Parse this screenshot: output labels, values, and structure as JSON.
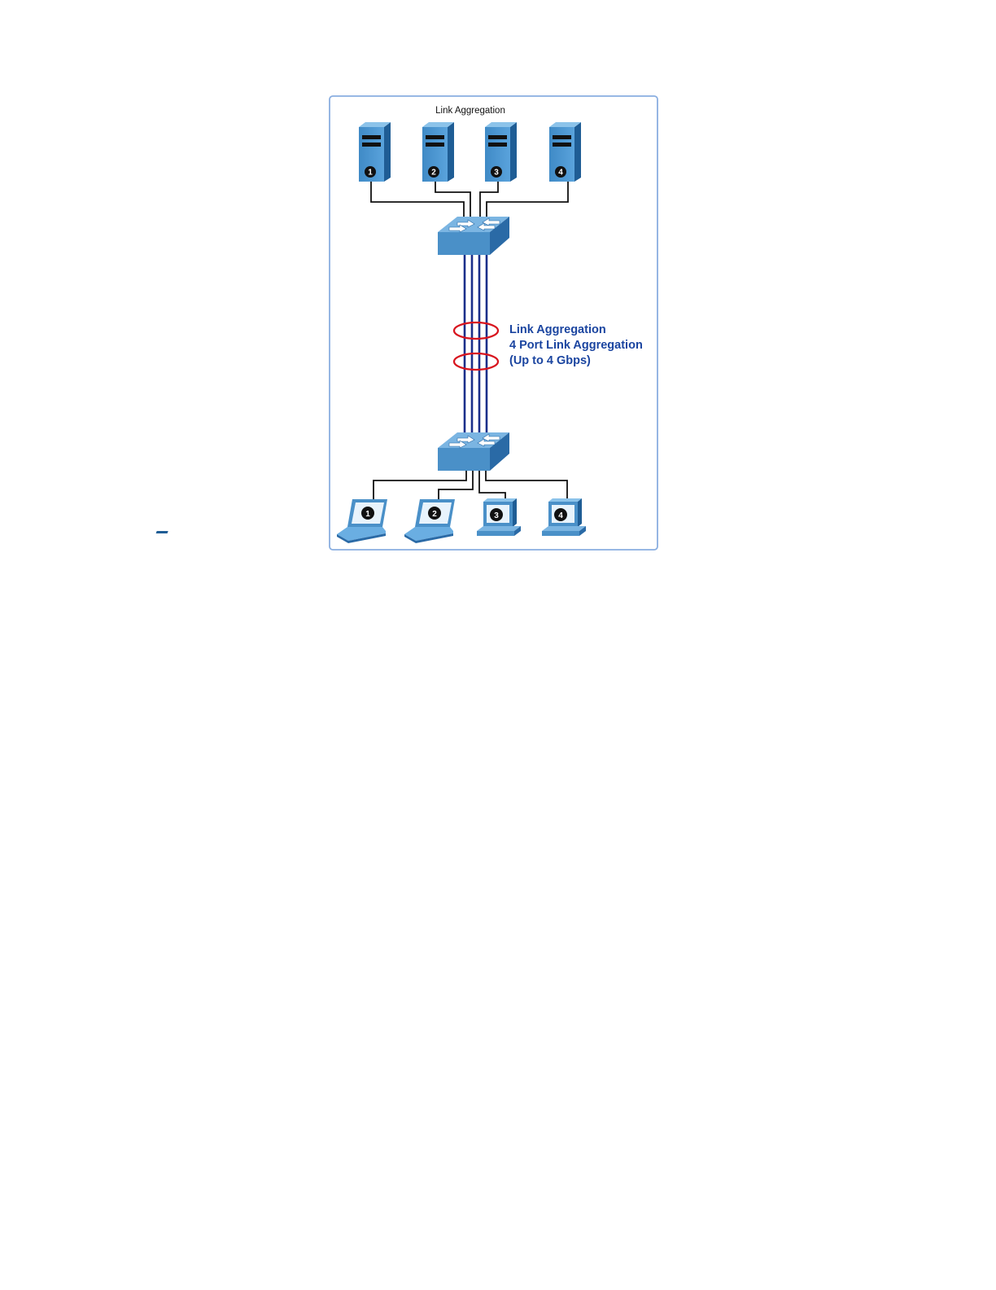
{
  "diagram": {
    "title": "Link Aggregation",
    "callout": {
      "line1": "Link Aggregation",
      "line2": "4 Port Link Aggregation",
      "line3": "(Up to 4 Gbps)"
    },
    "servers": [
      {
        "label": "1"
      },
      {
        "label": "2"
      },
      {
        "label": "3"
      },
      {
        "label": "4"
      }
    ],
    "clients": [
      {
        "label": "1",
        "kind": "laptop"
      },
      {
        "label": "2",
        "kind": "laptop"
      },
      {
        "label": "3",
        "kind": "desktop"
      },
      {
        "label": "4",
        "kind": "desktop"
      }
    ],
    "switches": [
      "top-switch",
      "bottom-switch"
    ],
    "aggregated_links": 4,
    "colors": {
      "frame": "#8aaee0",
      "device_blue": "#4a90c8",
      "device_dark": "#1f5d95",
      "trunk": "#1b2f8a",
      "ring": "#d8141e",
      "callout_text": "#1b45a0"
    }
  }
}
